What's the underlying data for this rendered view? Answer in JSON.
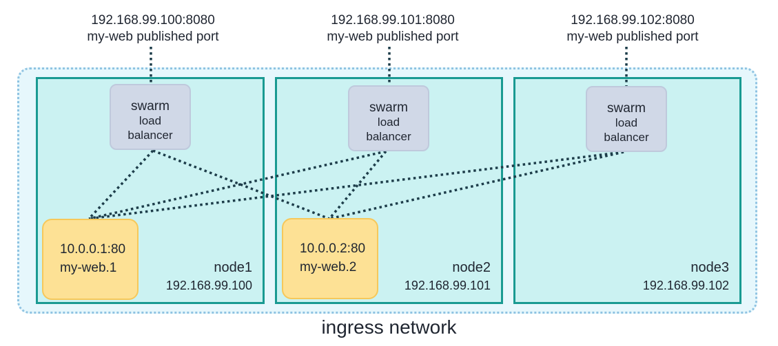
{
  "ports": [
    {
      "address": "192.168.99.100:8080",
      "desc": "my-web published port"
    },
    {
      "address": "192.168.99.101:8080",
      "desc": "my-web published port"
    },
    {
      "address": "192.168.99.102:8080",
      "desc": "my-web published port"
    }
  ],
  "nodes": [
    {
      "name": "node1",
      "ip": "192.168.99.100"
    },
    {
      "name": "node2",
      "ip": "192.168.99.101"
    },
    {
      "name": "node3",
      "ip": "192.168.99.102"
    }
  ],
  "load_balancer": {
    "line1": "swarm",
    "line2": "load",
    "line3": "balancer"
  },
  "tasks": [
    {
      "address": "10.0.0.1:80",
      "name": "my-web.1"
    },
    {
      "address": "10.0.0.2:80",
      "name": "my-web.2"
    }
  ],
  "network": {
    "label": "ingress network"
  },
  "colors": {
    "node_border": "#1a9a92",
    "node_fill": "#cbf2f2",
    "network_border": "#8fc3e2",
    "load_balancer_fill": "#d0d8e7",
    "task_fill": "#fde195",
    "link": "#1d3d4a"
  }
}
